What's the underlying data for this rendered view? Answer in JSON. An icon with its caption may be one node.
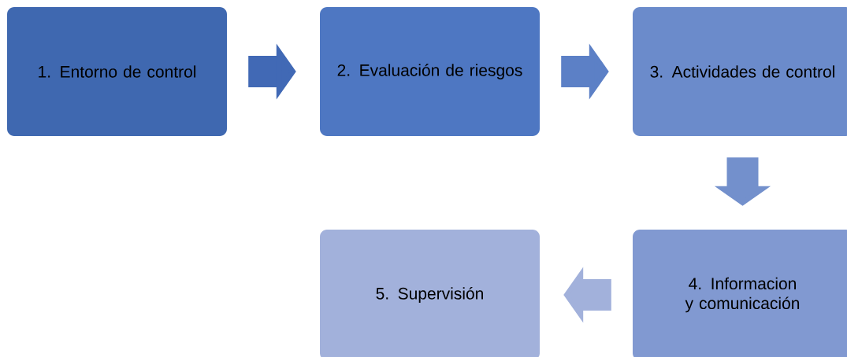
{
  "diagram": {
    "nodes": [
      {
        "text": [
          "1. Entorno de control"
        ]
      },
      {
        "text": [
          "2. Evaluación de riesgos"
        ]
      },
      {
        "text": [
          "3. Actividades de control"
        ]
      },
      {
        "text": [
          "4. Informacion y comunicación"
        ]
      },
      {
        "text": [
          "5. Supervisión"
        ]
      }
    ],
    "edges": [
      {
        "from": 0,
        "to": 1,
        "arrow": "to",
        "color": "#4169b5"
      },
      {
        "from": 1,
        "to": 2,
        "arrow": "to",
        "color": "#5c80c6"
      },
      {
        "from": 2,
        "to": 3,
        "arrow": "to",
        "color": "#7390cc"
      },
      {
        "from": 3,
        "to": 4,
        "arrow": "to",
        "color": "#a2b1db"
      }
    ]
  }
}
